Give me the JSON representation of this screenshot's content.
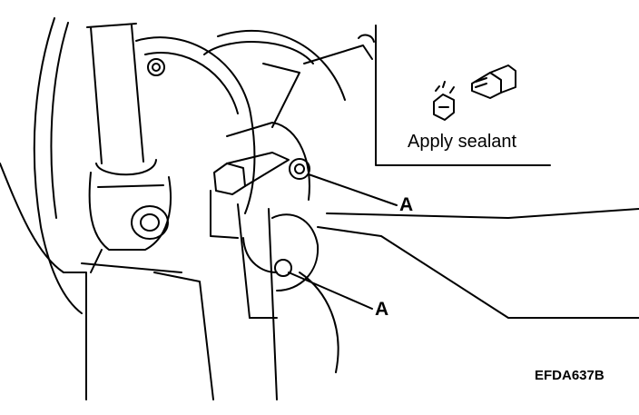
{
  "inset": {
    "caption": "Apply sealant"
  },
  "callouts": {
    "upper": "A",
    "lower": "A"
  },
  "figure_code": "EFDA637B",
  "colors": {
    "ink": "#000000",
    "paper": "#ffffff"
  }
}
